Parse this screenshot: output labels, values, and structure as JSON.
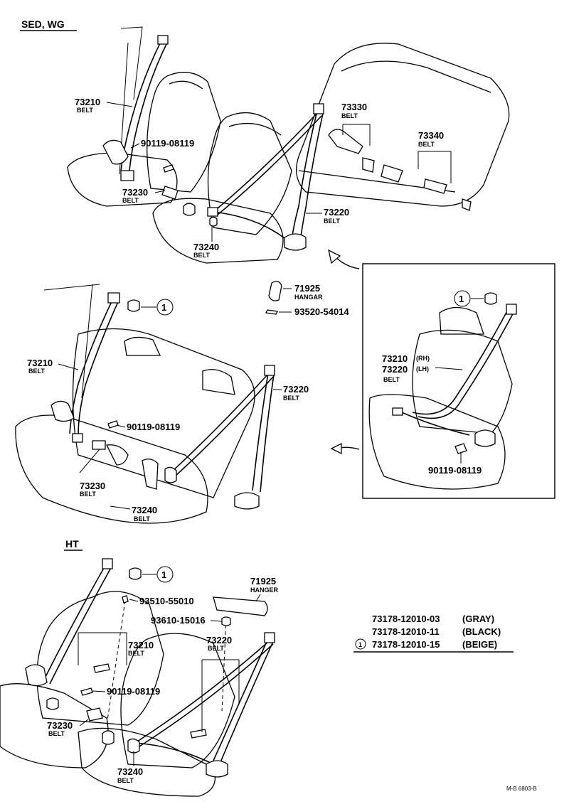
{
  "sections": {
    "sedan_wagon": "SED, WG",
    "hardtop": "HT"
  },
  "callout_marker": "1",
  "parts": {
    "belt_73210": "73210",
    "belt_73220": "73220",
    "belt_73230": "73230",
    "belt_73240": "73240",
    "belt_73330": "73330",
    "belt_73340": "73340",
    "belt_73210_rh": "73210",
    "rh": "(RH)",
    "belt_73220_lh": "73220",
    "lh": "(LH)",
    "hanger_71925": "71925",
    "screw_93520": "93520-54014",
    "screw_93510": "93510-55010",
    "screw_93610": "93610-15016",
    "bolt_90119": "90119-08119",
    "word_belt": "BELT",
    "word_hanger": "HANGAR",
    "word_hanger_ht": "HANGER"
  },
  "cover_colors": [
    {
      "number": "73178-12010-03",
      "color": "(GRAY)"
    },
    {
      "number": "73178-12010-11",
      "color": "(BLACK)"
    },
    {
      "number": "73178-12010-15",
      "color": "(BEIGE)",
      "marker": "1"
    }
  ],
  "footer_code": "M-B 6803-B"
}
